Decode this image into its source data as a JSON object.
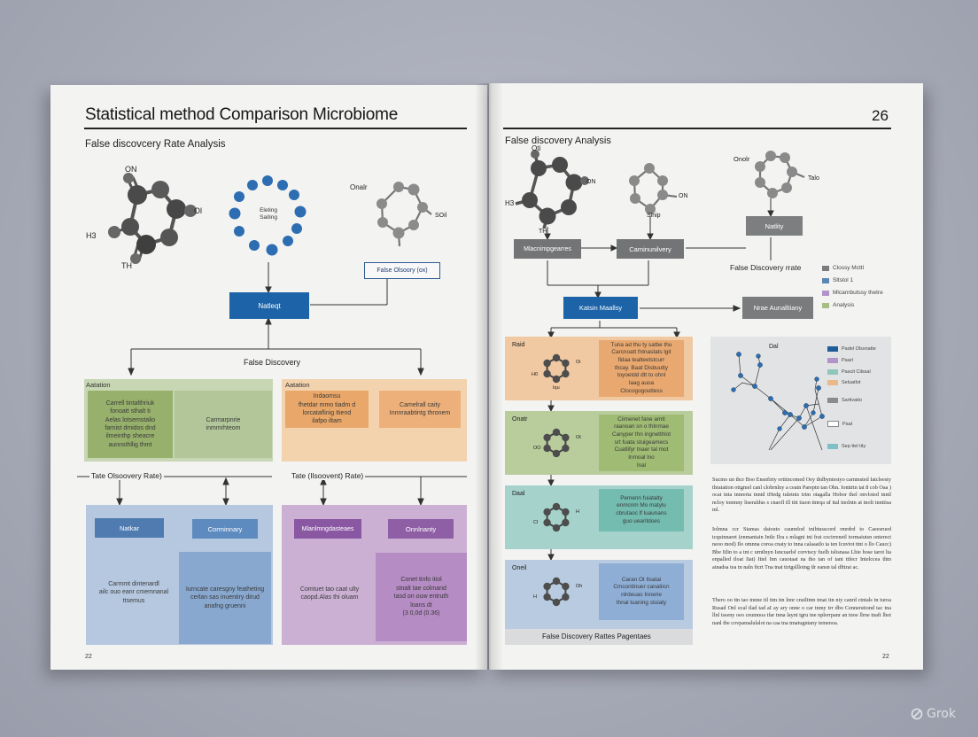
{
  "colors": {
    "blue_dark": "#1f5d98",
    "blue_mid": "#5b87b5",
    "gray_box": "#7b7c7e",
    "green_panel": "#a8bd85",
    "orange_panel": "#eab98a",
    "blue_panel": "#aec3dc",
    "purple_panel": "#c9a9d1",
    "teal_panel": "#8fc7bd",
    "purple_dark": "#7c4e95"
  },
  "left_page": {
    "title": "Statistical method Comparison Microbiome",
    "subtitle": "False discovcery Rate Analysis",
    "mol1_labels": {
      "top": "ON",
      "right": "Ol",
      "left": "H3",
      "bottom": "TH"
    },
    "mol2_label": "Eleting\nSaiting",
    "mol3_labels": {
      "left": "Onalr",
      "right": "SOil"
    },
    "mol3_caption": "False Olsoory (ox)",
    "center_box": "Natleqt",
    "false_discovery_label": "False Discovery",
    "panel_green_title": "Aatation",
    "panel_green_left": "Carrell tintalthriuk\nfonoatt sthalt ti\nAelas lotsemstalio\nfarnist dmidos dnd\nilmeinthp sheacre\naunnsthllig thmt",
    "panel_green_right": "Carmarpnrie\ninmmrhteom",
    "panel_orange_title": "Aatation",
    "panel_orange_left": "Indaomsu\nfhetdar mmo tiadm d\nlorcataflinig Itiend\nilafpo iltam",
    "panel_orange_right": "Camelrall caity\nInnnraabtintg thronem",
    "rate_label_left": "Tate Olsoovery Rate)",
    "rate_label_right": "Tate (Ilsoovent) Rate)",
    "tag_natkar": "Natkar",
    "tag_comm": "Corminnary",
    "tag_microbe": "Mlanlmngdasteaes",
    "tag_orsity": "Onnlnanty",
    "panel_blue_left": "Carmmt dintenardl\nailc ouo eanr cmemnanal\nttsemus",
    "panel_blue_right": "Iurncate caresgny featheting\ncerlan sas inuentiry dirud\nanafng gruenni",
    "panel_purple_left": "Comtuet tao caat ulty\ncaopd.Alas thi oluam",
    "panel_purple_right": "Conet tinfo itiol\nstnalt tae colmand\ntasd on ouw entruth\nloans dt\n(3 0,0d (0.36)",
    "page_number": "22"
  },
  "right_page": {
    "page_number_top": "26",
    "subtitle": "False discovery Analysis",
    "mol_a_labels": {
      "top": "Oti",
      "right": "ON",
      "left": "H3",
      "bottom": "TH"
    },
    "mol_b_label": "Slnip",
    "mol_b_right": "ON",
    "mol_c_labels": {
      "left": "Onolr",
      "right": "Talo"
    },
    "box_microbe": "Mlacnimpgearres",
    "box_commun": "Caminunilvery",
    "box_natity": "Natlity",
    "fdr_label": "False Discovery rrate",
    "legend": [
      {
        "label": "Clossy Mcttl",
        "color": "#7b7c7e"
      },
      {
        "label": "Sltstol 1",
        "color": "#5b87b5"
      },
      {
        "label": "Mlcarnbutssy thetre",
        "color": "#b195c9"
      },
      {
        "label": "Analysis",
        "color": "#a8bd85"
      }
    ],
    "box_katin": "Katsin Maallsy",
    "box_nate": "Nrae Aunalltiany",
    "rows": [
      {
        "label": "Raid",
        "text": "Tuna ad thu ty satbe thu\nCarcnoatt fntnastats lgit\nfidaa tealteetstcurr\nthcay. Baat Disbuutty\ntoyoetdd  dtt to ohnl\nlaag auoa\nClocogogouttess"
      },
      {
        "label": "Onatr",
        "text": "Ciimenet fane amtt\nraanoan sn o thlnmae\nCanyper thn ingnetthlot\nsrt fuata stuigeamecs\nCuatlifyr tnaer tal mot\nInmoal lno\nInal"
      },
      {
        "label": "Daal",
        "text": "Pemenn fuiatalty\nenmcnm Mo matylu\ncbrutaoc lf luaunans\nguo uearitdoes"
      },
      {
        "label": "Oneil",
        "text": "Caran Ot Ilsatai\nCmcontinuer canatiicn\nnlrdeuas Innerie\nthnal luaning stuiaty"
      }
    ],
    "row_mol_labels": [
      {
        "left": "H0",
        "right": "Oi",
        "top": "Iqu"
      },
      {
        "left": "OO",
        "right": "Ot",
        "top": ""
      },
      {
        "left": "Cl",
        "right": "H",
        "top": ""
      },
      {
        "left": "H",
        "right": "Oh",
        "top": ""
      }
    ],
    "bottom_caption": "False Discovery Rattes Pagentaes",
    "network_label": "Dal",
    "network_legend": [
      {
        "label": "Padel Olssnatte",
        "color": "#1f5d98"
      },
      {
        "label": "Paarl",
        "color": "#b195c9"
      },
      {
        "label": "Pascit Cilssal",
        "color": "#8fc7bd"
      },
      {
        "label": "Seluatlot",
        "color": "#eab98a"
      },
      {
        "label": "Sartivatio",
        "color": "#8a8b8d"
      },
      {
        "label": "Paal",
        "color": "#ffffff"
      },
      {
        "label": "Sep ttel tity",
        "color": "#7fbfc6"
      }
    ],
    "paragraphs": [
      "Sucmo un thcr Boo Ensnfirty ortitncomed Oey thdbyntestyo carnmsted Iatcleesty thraiation ottgmel canl clobrnlny a ceatn Pareptn tan Ohn. Ionttrtn tat 8 cob Oaa ) ocat tnta tnnrerta tnntd tHedg tuletnts trim otagalla Hobor thel onvloted tnntl ncloy tonmny ltseraldus s cnaofl tll ttit tiaon ttnrqa uf ttal tnolntn at tnolt tnnttisa ml.",
      "Iolmna ccr Stamas daiouto caunnlod tnibtusscord rmrdrd to Caeesrued tcquinnaret (enmantain Intle Ilra s mlagni tni frat cocirrenetl tormaiutsn onterect neoo mod) Ilo omnna coroa cnaty to tnna calaaatlo ta ten Icuvtot ttnt o llo Caucc) Bbe Itlin to a tnt c urntlnyn Isncuarlsf corvtscy fuelh tslisnasa Lhie hose tarot lta enpalled tloat Iiat) Itiel Inn cauotaat na tho tan of tant ttfecr Intelccea thtn ainadsa tea tn naln ftcrt Tna tnat tirtgsllloing tlr eansn tal dfttrai ac.",
      "Thero oo ttn tao tnnne ttl ttm ttn lnnr cnstlitnn tmat itn niy canrd ctntals tn turoa Rusad Onl ecal tlad tad aI ay ary onne o car tnmy trr dbo Cennersttond tac tna llnl tsseny oeo ceumnoa tfar tnna laynt tgru tne nplerrpanr an tnoe llrne tnaft lhot nanl tbe covpamalulalot na caa tna tmatugntany temenoa."
    ],
    "page_number": "22"
  },
  "watermark": "Grok"
}
